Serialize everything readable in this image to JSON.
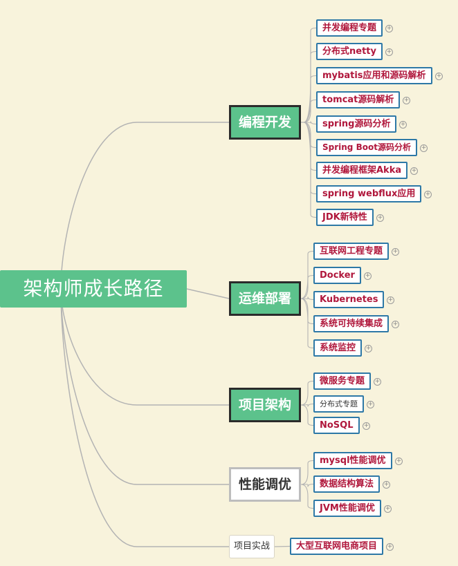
{
  "root": "架构师成长路径",
  "branches": [
    {
      "label": "编程开发",
      "style": "highlight",
      "children": [
        "并发编程专题",
        "分布式netty",
        "mybatis应用和源码解析",
        "tomcat源码解析",
        "spring源码分析",
        "Spring Boot源码分析",
        "并发编程框架Akka",
        "spring webflux应用",
        "JDK新特性"
      ]
    },
    {
      "label": "运维部署",
      "style": "highlight",
      "children": [
        "互联网工程专题",
        "Docker",
        "Kubernetes",
        "系统可持续集成",
        "系统监控"
      ]
    },
    {
      "label": "项目架构",
      "style": "highlight",
      "children": [
        "微服务专题",
        "分布式专题",
        "NoSQL"
      ]
    },
    {
      "label": "性能调优",
      "style": "grey",
      "children": [
        "mysql性能调优",
        "数据结构算法",
        "JVM性能调优"
      ]
    },
    {
      "label": "项目实战",
      "style": "plain",
      "children": [
        "大型互联网电商项目"
      ]
    }
  ],
  "expand_icon": "plus-circle-icon",
  "colors": {
    "background": "#f8f3dc",
    "root": "#5cc28c",
    "leaf_text": "#b0173c",
    "leaf_border": "#2d78a6",
    "line": "#b3b3b3"
  }
}
